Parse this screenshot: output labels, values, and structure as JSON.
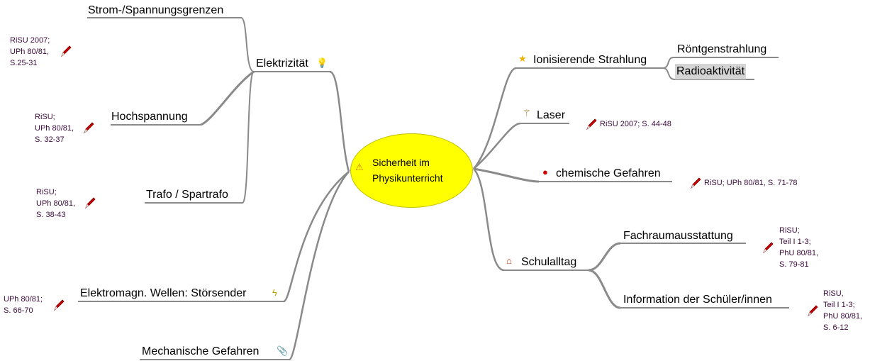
{
  "center": {
    "title_line1": "Sicherheit im",
    "title_line2": "Physikunterricht",
    "icon": "warning-icon",
    "color": "#ffff00"
  },
  "left": {
    "elektrizitaet": {
      "label": "Elektrizität",
      "icon": "lightbulb-icon",
      "children": [
        {
          "label": "Strom-/Spannungsgrenzen",
          "note": [
            "RiSU 2007;",
            "UPh 80/81,",
            "S.25-31"
          ]
        },
        {
          "label": "Hochspannung",
          "note": [
            "RiSU;",
            "UPh 80/81,",
            "S. 32-37"
          ]
        },
        {
          "label": "Trafo / Spartrafo",
          "note": [
            "RiSU;",
            "UPh 80/81,",
            "S. 38-43"
          ]
        }
      ]
    },
    "wellen": {
      "label": "Elektromagn. Wellen: Störsender",
      "icon": "lightning-icon",
      "note": [
        "UPh 80/81;",
        "S. 66-70"
      ]
    },
    "mechanisch": {
      "label": "Mechanische Gefahren",
      "icon": "paperclip-icon"
    }
  },
  "right": {
    "ionisierend": {
      "label": "Ionisierende Strahlung",
      "icon": "star-icon",
      "children": [
        {
          "label": "Röntgenstrahlung"
        },
        {
          "label": "Radioaktivität",
          "selected": true
        }
      ]
    },
    "laser": {
      "label": "Laser",
      "icon": "magic-wand-icon",
      "note": "RiSU 2007; S. 44-48"
    },
    "chemisch": {
      "label": "chemische Gefahren",
      "icon": "traffic-light-icon",
      "note": "RiSU; UPh 80/81, S. 71-78"
    },
    "schulalltag": {
      "label": "Schulalltag",
      "icon": "house-icon",
      "children": [
        {
          "label": "Fachraumausstattung",
          "note": [
            "RiSU;",
            "Teil I 1-3;",
            "PhU 80/81,",
            "S. 79-81"
          ]
        },
        {
          "label": "Information der Schüler/innen",
          "note": [
            "RiSU,",
            "Teil I 1-3;",
            "PhU 80/81,",
            "S. 6-12"
          ]
        }
      ]
    }
  },
  "colors": {
    "link": "#8a8a8a",
    "note_text": "#3a0a3a",
    "selection": "#d4d4d4"
  }
}
